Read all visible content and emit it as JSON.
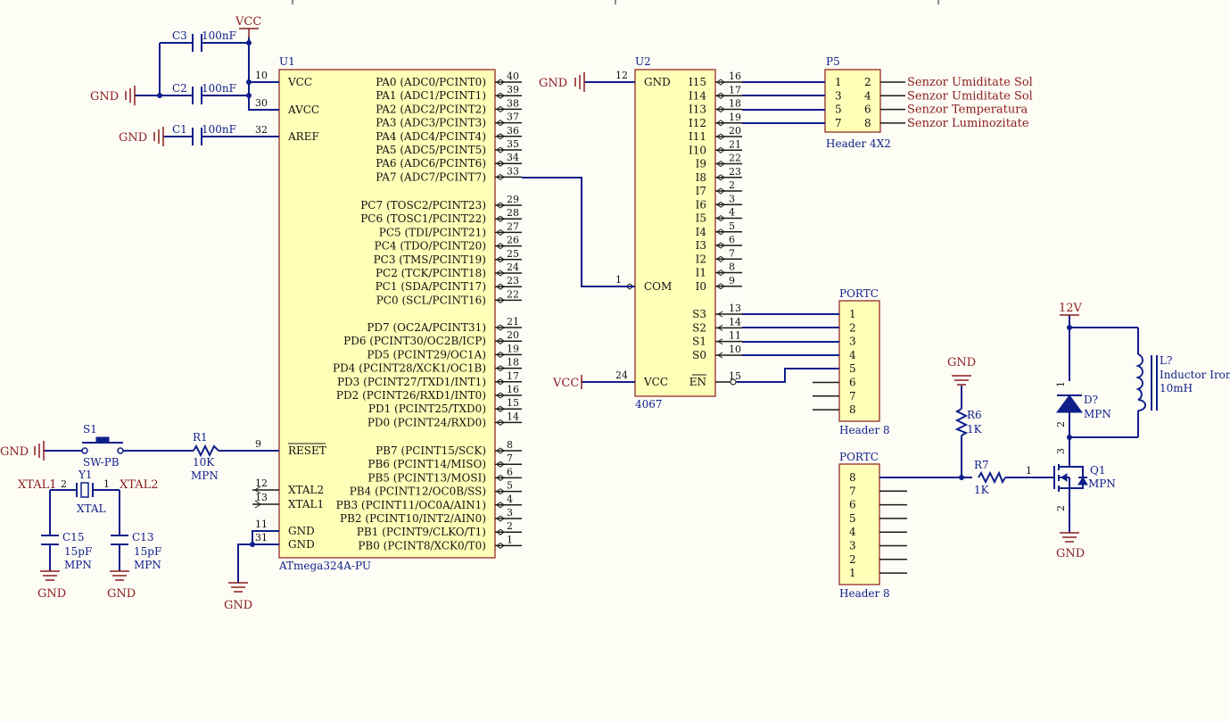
{
  "power": {
    "vcc": "VCC",
    "gnd": "GND",
    "v12": "12V"
  },
  "nets": {
    "xtal1": "XTAL1",
    "xtal2": "XTAL2"
  },
  "c3": {
    "ref": "C3",
    "value": "100nF"
  },
  "c2": {
    "ref": "C2",
    "value": "100nF"
  },
  "c1": {
    "ref": "C1",
    "value": "100nF"
  },
  "c15": {
    "ref": "C15",
    "value": "15pF",
    "mpn": "MPN"
  },
  "c13": {
    "ref": "C13",
    "value": "15pF",
    "mpn": "MPN"
  },
  "s1": {
    "ref": "S1",
    "value": "SW-PB"
  },
  "r1": {
    "ref": "R1",
    "value": "10K",
    "mpn": "MPN"
  },
  "y1": {
    "ref": "Y1",
    "value": "XTAL",
    "pin1": "1",
    "pin2": "2"
  },
  "u1": {
    "ref": "U1",
    "part": "ATmega324A-PU",
    "left_pins": [
      {
        "name": "VCC",
        "num": "10"
      },
      {
        "name": "AVCC",
        "num": "30"
      },
      {
        "name": "AREF",
        "num": "32"
      },
      {
        "name": "RESET",
        "num": "9"
      },
      {
        "name": "XTAL2",
        "num": "12"
      },
      {
        "name": "XTAL1",
        "num": "13"
      },
      {
        "name": "GND",
        "num": "11"
      },
      {
        "name": "GND",
        "num": "31"
      }
    ],
    "right_pins": [
      {
        "name": "PA0 (ADC0/PCINT0)",
        "num": "40"
      },
      {
        "name": "PA1 (ADC1/PCINT1)",
        "num": "39"
      },
      {
        "name": "PA2 (ADC2/PCINT2)",
        "num": "38"
      },
      {
        "name": "PA3 (ADC3/PCINT3)",
        "num": "37"
      },
      {
        "name": "PA4 (ADC4/PCINT4)",
        "num": "36"
      },
      {
        "name": "PA5 (ADC5/PCINT5)",
        "num": "35"
      },
      {
        "name": "PA6 (ADC6/PCINT6)",
        "num": "34"
      },
      {
        "name": "PA7 (ADC7/PCINT7)",
        "num": "33"
      },
      {
        "name": "PC7 (TOSC2/PCINT23)",
        "num": "29"
      },
      {
        "name": "PC6 (TOSC1/PCINT22)",
        "num": "28"
      },
      {
        "name": "PC5 (TDI/PCINT21)",
        "num": "27"
      },
      {
        "name": "PC4 (TDO/PCINT20)",
        "num": "26"
      },
      {
        "name": "PC3 (TMS/PCINT19)",
        "num": "25"
      },
      {
        "name": "PC2 (TCK/PCINT18)",
        "num": "24"
      },
      {
        "name": "PC1 (SDA/PCINT17)",
        "num": "23"
      },
      {
        "name": "PC0 (SCL/PCINT16)",
        "num": "22"
      },
      {
        "name": "PD7 (OC2A/PCINT31)",
        "num": "21"
      },
      {
        "name": "PD6 (PCINT30/OC2B/ICP)",
        "num": "20"
      },
      {
        "name": "PD5 (PCINT29/OC1A)",
        "num": "19"
      },
      {
        "name": "PD4 (PCINT28/XCK1/OC1B)",
        "num": "18"
      },
      {
        "name": "PD3 (PCINT27/TXD1/INT1)",
        "num": "17"
      },
      {
        "name": "PD2 (PCINT26/RXD1/INT0)",
        "num": "16"
      },
      {
        "name": "PD1 (PCINT25/TXD0)",
        "num": "15"
      },
      {
        "name": "PD0 (PCINT24/RXD0)",
        "num": "14"
      },
      {
        "name": "PB7 (PCINT15/SCK)",
        "num": "8"
      },
      {
        "name": "PB6 (PCINT14/MISO)",
        "num": "7"
      },
      {
        "name": "PB5 (PCINT13/MOSI)",
        "num": "6"
      },
      {
        "name": "PB4 (PCINT12/OC0B/SS)",
        "num": "5"
      },
      {
        "name": "PB3 (PCINT11/OC0A/AIN1)",
        "num": "4"
      },
      {
        "name": "PB2 (PCINT10/INT2/AIN0)",
        "num": "3"
      },
      {
        "name": "PB1 (PCINT9/CLKO/T1)",
        "num": "2"
      },
      {
        "name": "PB0 (PCINT8/XCK0/T0)",
        "num": "1"
      }
    ]
  },
  "u2": {
    "ref": "U2",
    "part": "4067",
    "left_pins": [
      {
        "name": "GND",
        "num": "12"
      },
      {
        "name": "COM",
        "num": "1"
      },
      {
        "name": "VCC",
        "num": "24"
      }
    ],
    "right_pins": [
      {
        "name": "I15",
        "num": "16"
      },
      {
        "name": "I14",
        "num": "17"
      },
      {
        "name": "I13",
        "num": "18"
      },
      {
        "name": "I12",
        "num": "19"
      },
      {
        "name": "I11",
        "num": "20"
      },
      {
        "name": "I10",
        "num": "21"
      },
      {
        "name": "I9",
        "num": "22"
      },
      {
        "name": "I8",
        "num": "23"
      },
      {
        "name": "I7",
        "num": "2"
      },
      {
        "name": "I6",
        "num": "3"
      },
      {
        "name": "I5",
        "num": "4"
      },
      {
        "name": "I4",
        "num": "5"
      },
      {
        "name": "I3",
        "num": "6"
      },
      {
        "name": "I2",
        "num": "7"
      },
      {
        "name": "I1",
        "num": "8"
      },
      {
        "name": "I0",
        "num": "9"
      },
      {
        "name": "S3",
        "num": "13"
      },
      {
        "name": "S2",
        "num": "14"
      },
      {
        "name": "S1",
        "num": "11"
      },
      {
        "name": "S0",
        "num": "10"
      },
      {
        "name": "EN",
        "num": "15"
      }
    ]
  },
  "p5": {
    "ref": "P5",
    "part": "Header 4X2",
    "rows": [
      [
        "1",
        "2"
      ],
      [
        "3",
        "4"
      ],
      [
        "5",
        "6"
      ],
      [
        "7",
        "8"
      ]
    ],
    "signals": [
      "Senzor Umiditate Sol",
      "Senzor Umiditate Sol",
      "Senzor Temperatura",
      "Senzor Luminozitate"
    ]
  },
  "portc_top": {
    "ref": "PORTC",
    "part": "Header 8",
    "pins": [
      "1",
      "2",
      "3",
      "4",
      "5",
      "6",
      "7",
      "8"
    ]
  },
  "portc_bottom": {
    "ref": "PORTC",
    "part": "Header 8",
    "pins": [
      "8",
      "7",
      "6",
      "5",
      "4",
      "3",
      "2",
      "1"
    ]
  },
  "r6": {
    "ref": "R6",
    "value": "1K"
  },
  "r7": {
    "ref": "R7",
    "value": "1K",
    "pin": "1"
  },
  "q1": {
    "ref": "Q1",
    "mpn": "MPN",
    "pin_d": "3",
    "pin_s": "2"
  },
  "d1": {
    "ref": "D?",
    "mpn": "MPN",
    "pin_k": "1",
    "pin_a": "2"
  },
  "l1": {
    "ref": "L?",
    "part": "Inductor Iron",
    "value": "10mH"
  }
}
